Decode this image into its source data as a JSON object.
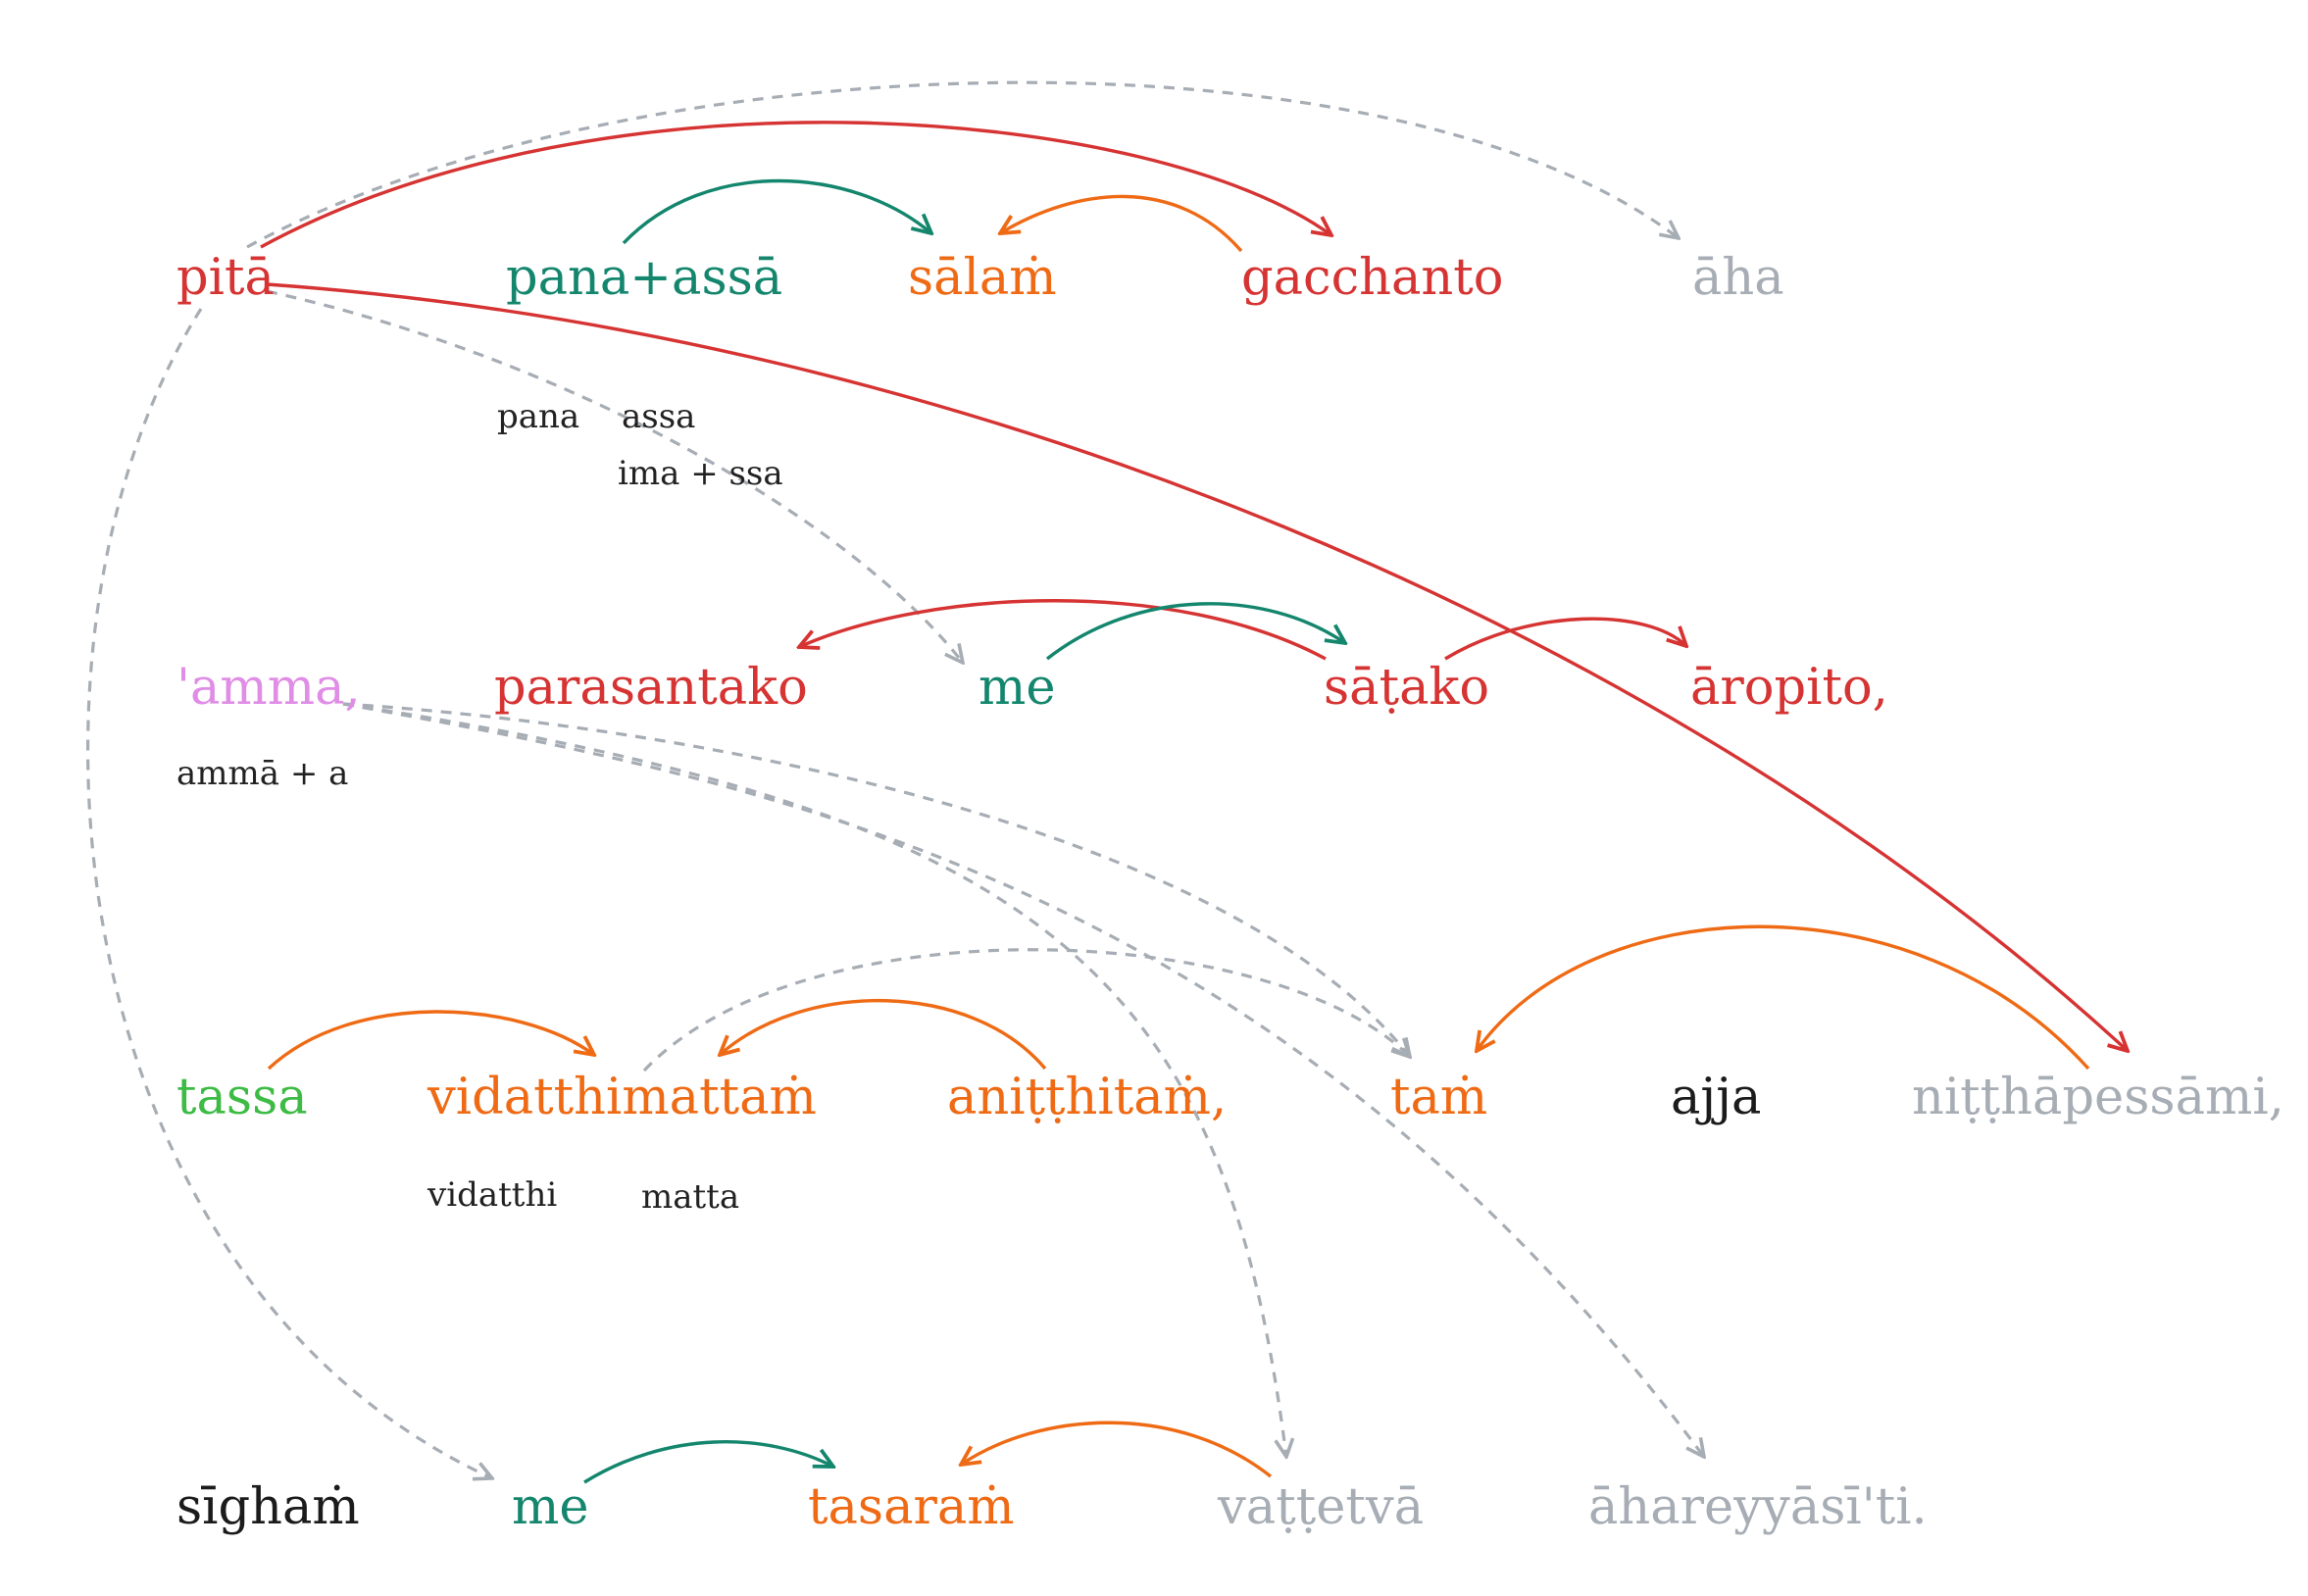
{
  "colors": {
    "red": "#d63333",
    "green": "#14866d",
    "orange": "#ef6a14",
    "gray": "#a7adb4",
    "pink": "#e08de6",
    "lightgreen": "#3dbb45",
    "black": "#1b1b1b"
  },
  "words": {
    "pita": "pitā",
    "pana_assa": "pana+assā",
    "salam": "sālaṁ",
    "gacchanto": "gacchanto",
    "aha": "āha",
    "amma": "'amma,",
    "parasantako": "parasantako",
    "me1": "me",
    "satako": "sāṭako",
    "aropito": "āropito,",
    "tassa": "tassa",
    "vidatthimattam": "vidatthimattaṁ",
    "anitthitam": "aniṭṭhitaṁ,",
    "tam": "taṁ",
    "ajja": "ajja",
    "nitthapessami": "niṭṭhāpessāmi,",
    "sigham": "sīghaṁ",
    "me2": "me",
    "tasaram": "tasaraṁ",
    "vattetva": "vaṭṭetvā",
    "ahareyyasiti": "āhareyyāsī'ti."
  },
  "subs": {
    "pana": "pana",
    "assa": "assa",
    "ima_ssa": "ima + ssa",
    "amma_a": "ammā + a",
    "vidatthi": "vidatthi",
    "matta": "matta"
  }
}
